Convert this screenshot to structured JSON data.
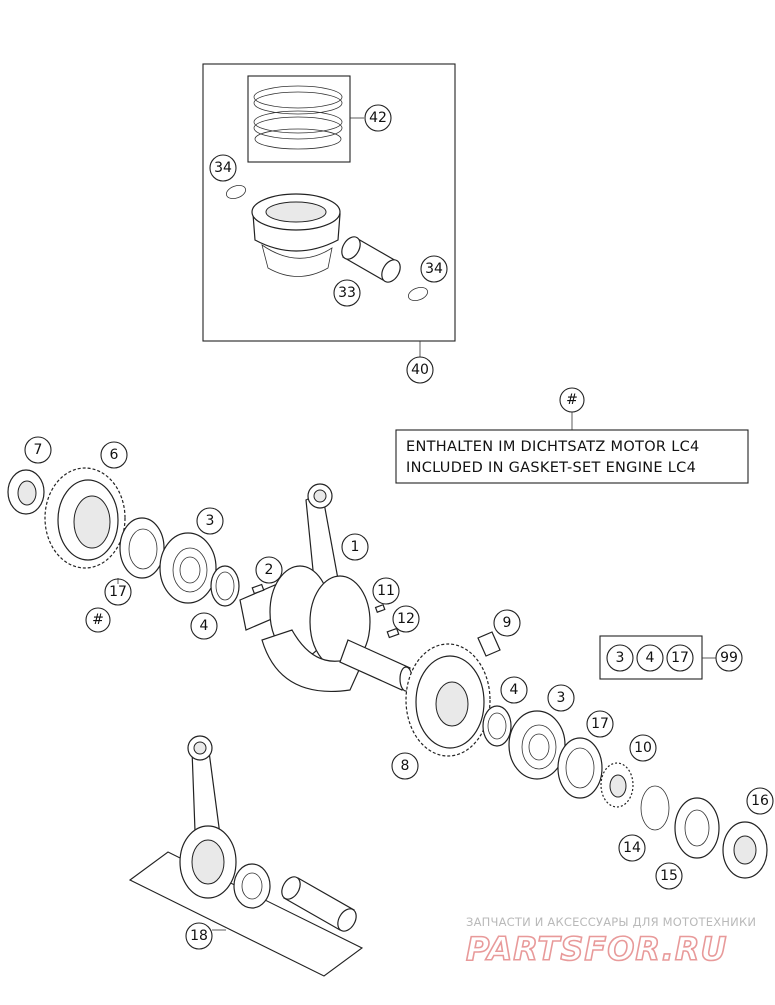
{
  "diagram": {
    "callouts": {
      "c42": "42",
      "c34a": "34",
      "c34b": "34",
      "c33": "33",
      "c40": "40",
      "c7": "7",
      "c6": "6",
      "c3a": "3",
      "c1": "1",
      "c2": "2",
      "c17a": "17",
      "c_hash_a": "#",
      "c4a": "4",
      "c11": "11",
      "c12": "12",
      "c9": "9",
      "c4b": "4",
      "c3b": "3",
      "c8": "8",
      "c17b": "17",
      "c10": "10",
      "c16": "16",
      "c14": "14",
      "c15": "15",
      "c18": "18",
      "c_hash_b": "#",
      "k3": "3",
      "k4": "4",
      "k17": "17",
      "k99": "99"
    },
    "note": {
      "line1": "ENTHALTEN IM DICHTSATZ MOTOR LC4",
      "line2": "INCLUDED IN GASKET-SET ENGINE LC4"
    },
    "watermark": {
      "tagline": "ЗАПЧАСТИ И АКСЕССУАРЫ ДЛЯ МОТОТЕХНИКИ",
      "brand": "PARTSFOR.RU"
    },
    "colors": {
      "line": "#222222",
      "watermark_text": "#b9b9b9",
      "watermark_brand": "#e89a9a"
    }
  }
}
